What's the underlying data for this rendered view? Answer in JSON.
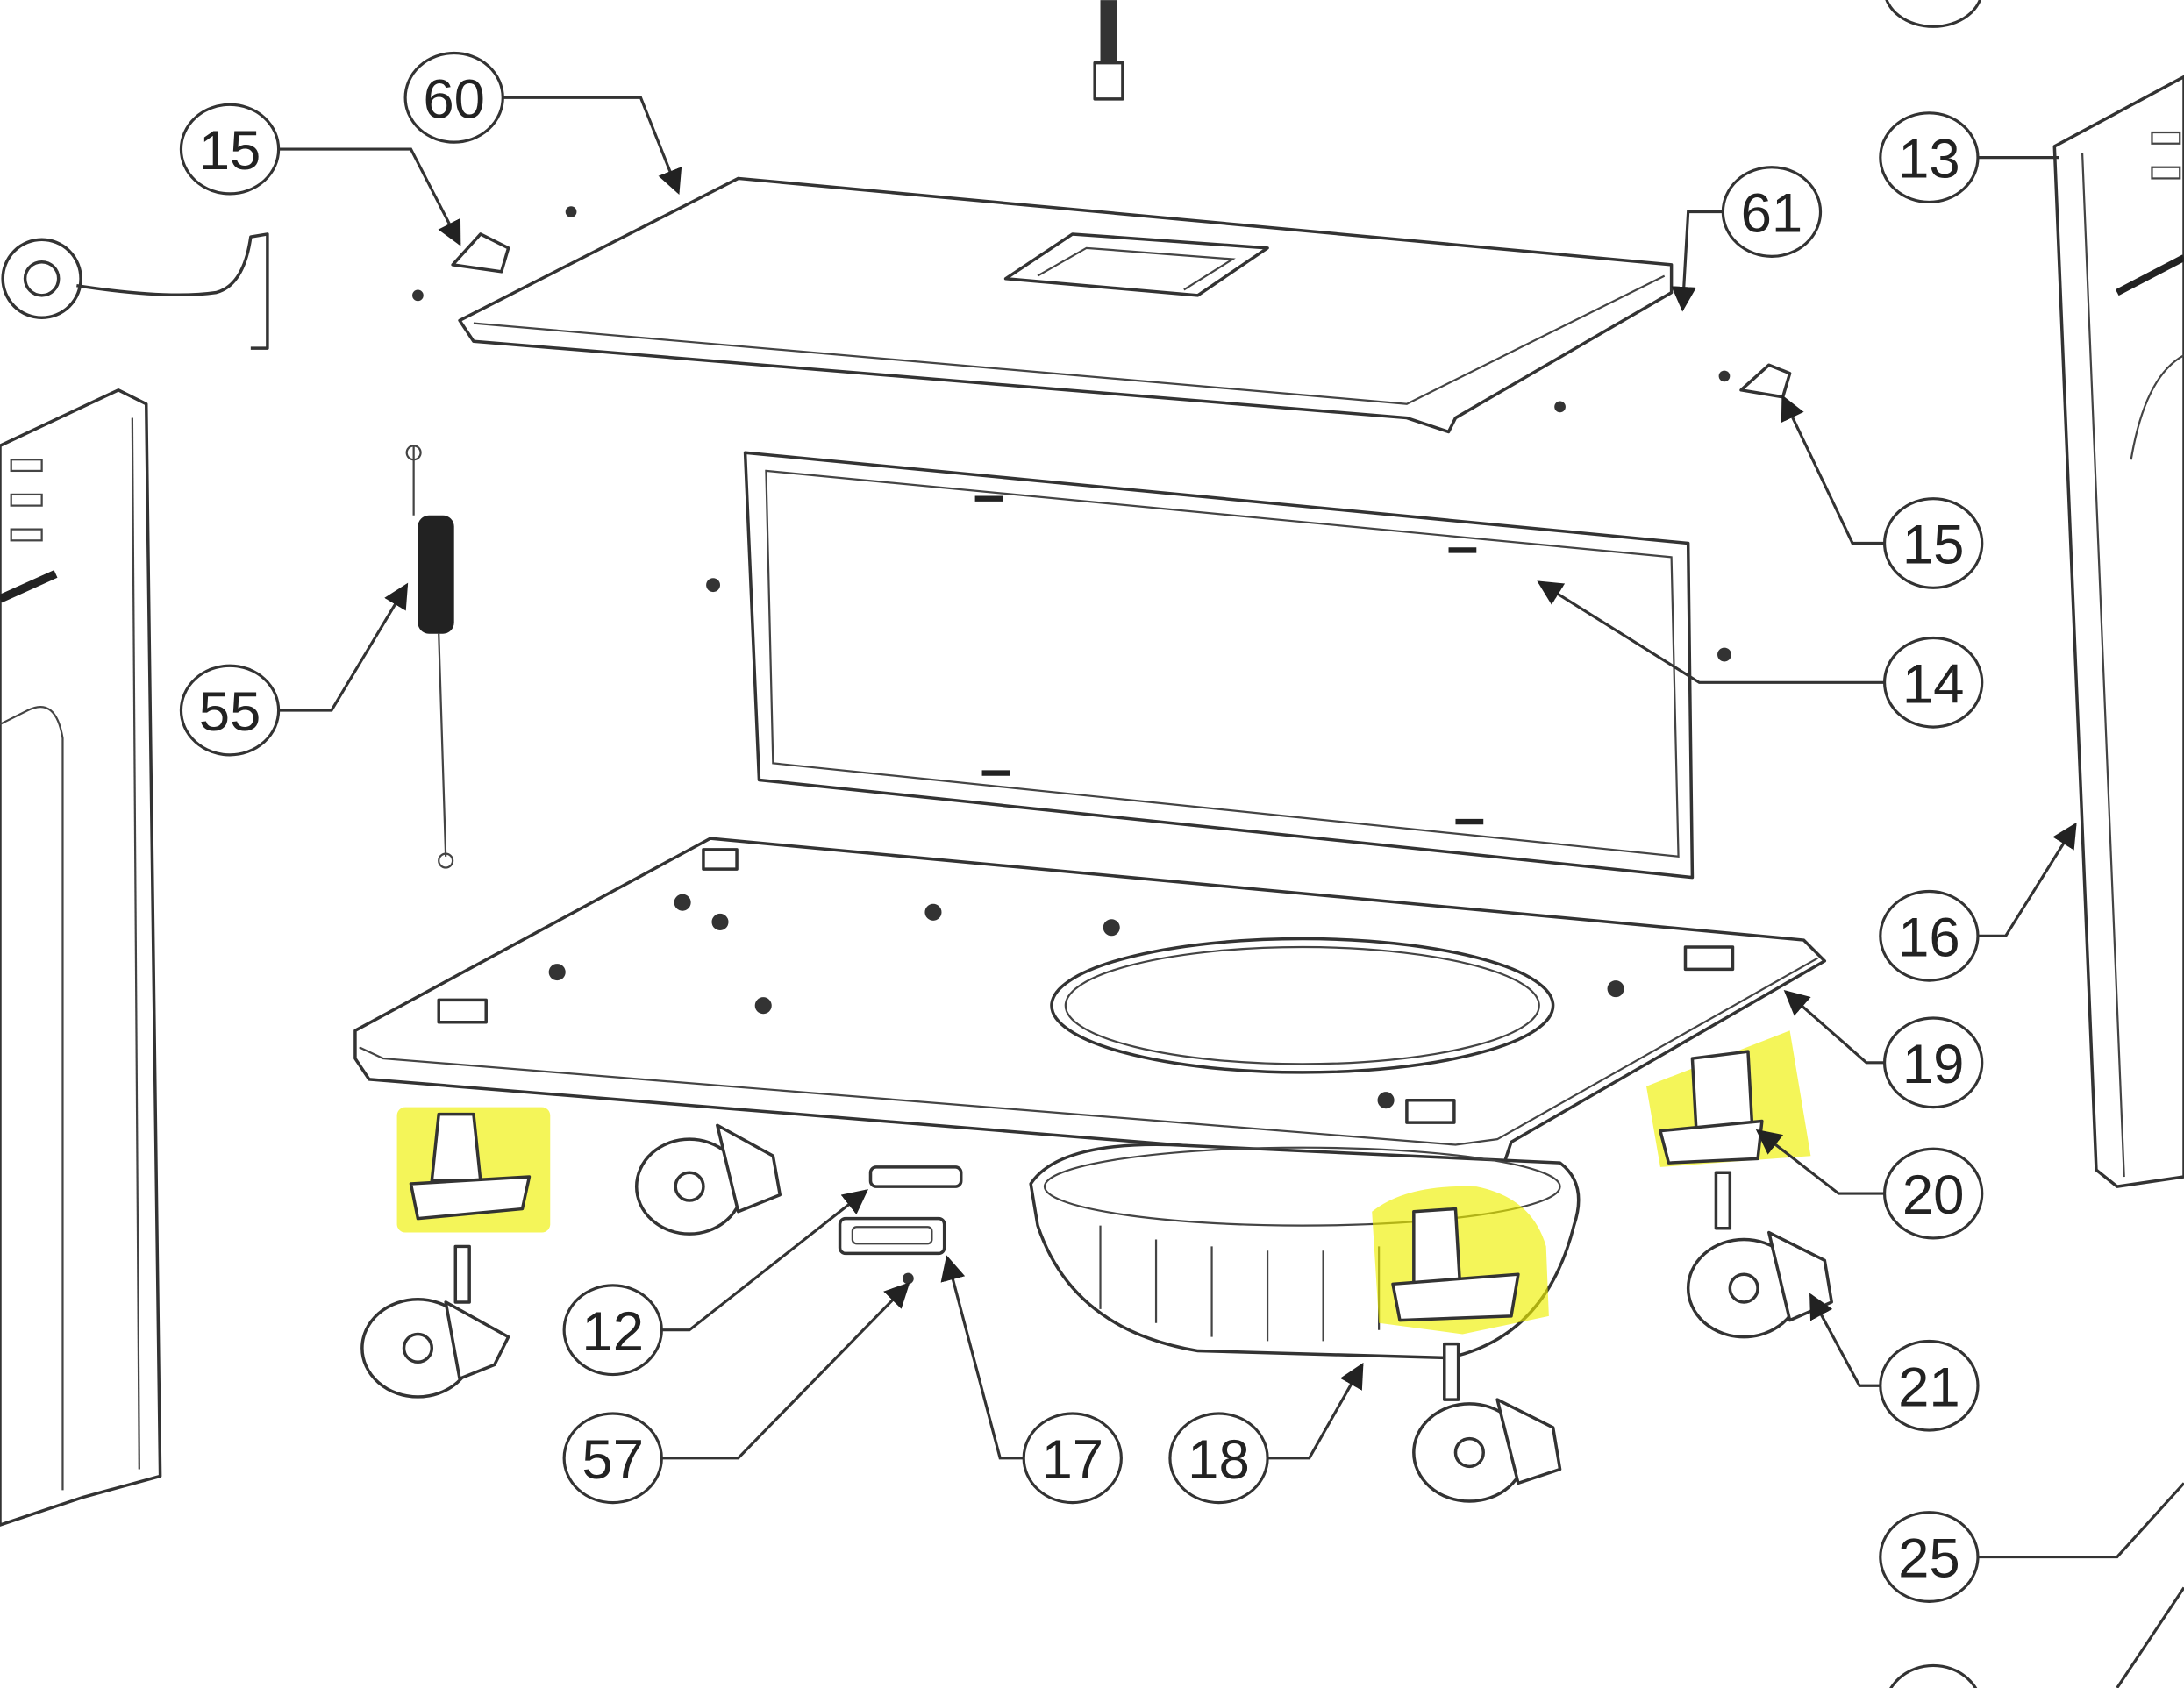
{
  "diagram": {
    "type": "exploded-parts-diagram",
    "callouts": {
      "c60": "60",
      "c15a": "15",
      "c61": "61",
      "c13": "13",
      "c15b": "15",
      "c55": "55",
      "c14": "14",
      "c16": "16",
      "c19": "19",
      "c20": "20",
      "c12": "12",
      "c21": "21",
      "c57": "57",
      "c17": "17",
      "c18": "18",
      "c25": "25"
    },
    "highlight_color": "#eef000",
    "highlighted_part": "20"
  }
}
